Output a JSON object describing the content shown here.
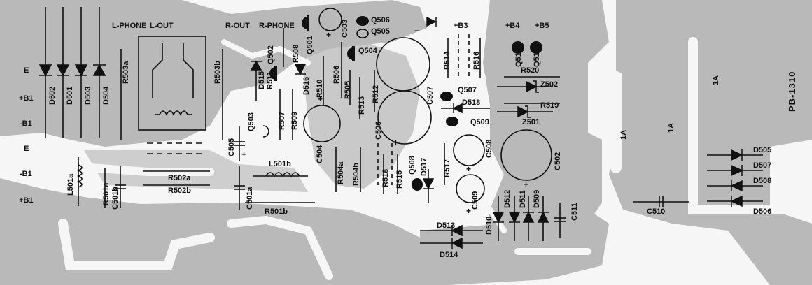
{
  "board": {
    "id": "PB-1310",
    "background": "#f6f6f6",
    "copper": "#b9b9b9",
    "ink": "#111111"
  },
  "rails_left": [
    "E",
    "+B1",
    "-B1",
    "E",
    "-B1",
    "+B1"
  ],
  "headers": {
    "l_phone": "L-PHONE",
    "l_out": "L-OUT",
    "r_out": "R-OUT",
    "r_phone": "R-PHONE",
    "b3": "+B3",
    "b4": "+B4",
    "b5": "+B5"
  },
  "ampere_marks": [
    "1A",
    "1A",
    "1A"
  ],
  "components": {
    "diodes": [
      "D502",
      "D501",
      "D503",
      "D504",
      "D515",
      "D516",
      "D518",
      "D517",
      "D510",
      "D512",
      "D511",
      "D509",
      "D513",
      "D514",
      "D505",
      "D507",
      "D508",
      "D506"
    ],
    "zeners": [
      "Z502",
      "Z501"
    ],
    "transistors": [
      "Q501",
      "Q502",
      "Q503",
      "Q504",
      "Q505",
      "Q506",
      "Q507",
      "Q508",
      "Q509",
      "Q510",
      "Q511"
    ],
    "resistors": [
      "R503a",
      "R503b",
      "R511",
      "R508",
      "R506",
      "R505",
      "R510",
      "R507",
      "R509",
      "R513",
      "R512",
      "R514",
      "R516",
      "R520",
      "R519",
      "R504a",
      "R504b",
      "R518",
      "R515",
      "R517",
      "R502a",
      "R502b",
      "R501a",
      "R501b"
    ],
    "capacitors": [
      "C503",
      "C507",
      "C506",
      "C505",
      "C504",
      "C508",
      "C509",
      "C502",
      "C511",
      "C510",
      "C501a",
      "C501b"
    ],
    "inductors": [
      "L501a",
      "L501b"
    ]
  }
}
